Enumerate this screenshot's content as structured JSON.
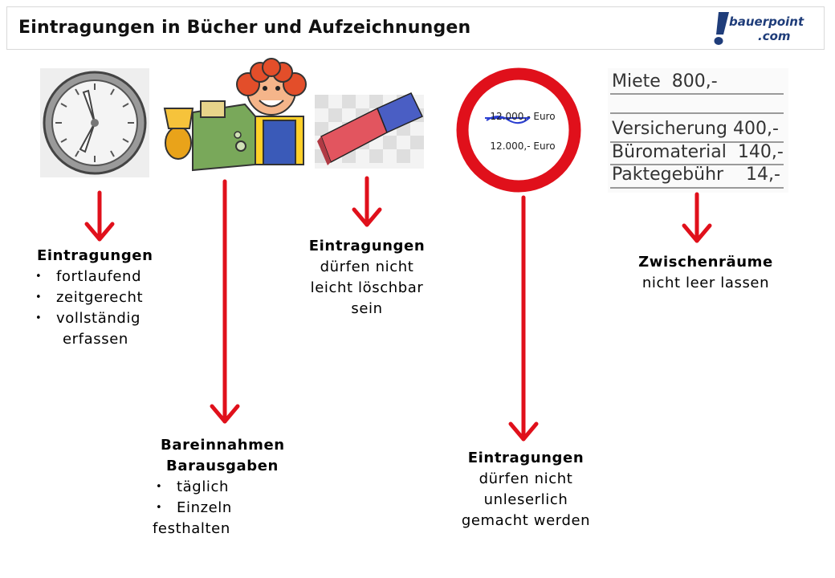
{
  "header": {
    "title": "Eintragungen in Bücher und Aufzeichnungen",
    "logo_line1": "bauerpoint",
    "logo_line2": ".com"
  },
  "images": {
    "sign_crossed": "12.000,- Euro",
    "sign_value": "12.000,- Euro",
    "notes_line1": "Miete  800,-",
    "notes_line2": "Versicherung 400,-",
    "notes_line3": "Büromaterial  140,-",
    "notes_line4": "Paktegebühr    14,-"
  },
  "blocks": {
    "b1": {
      "heading": "Eintragungen",
      "items": [
        "fortlaufend",
        "zeitgerecht",
        "vollständig"
      ],
      "tail": "erfassen"
    },
    "b2": {
      "heading1": "Bareinnahmen",
      "heading2": "Barausgaben",
      "items": [
        "täglich",
        "Einzeln"
      ],
      "tail": "festhalten"
    },
    "b3": {
      "heading": "Eintragungen",
      "line1": "dürfen nicht",
      "line2": "leicht löschbar",
      "line3": "sein"
    },
    "b4": {
      "heading": "Eintragungen",
      "line1": "dürfen nicht",
      "line2": "unleserlich",
      "line3": "gemacht werden"
    },
    "b5": {
      "heading": "Zwischenräume",
      "line1": "nicht leer lassen"
    }
  },
  "colors": {
    "arrow": "#e0101b",
    "logo": "#1f3d7a"
  }
}
